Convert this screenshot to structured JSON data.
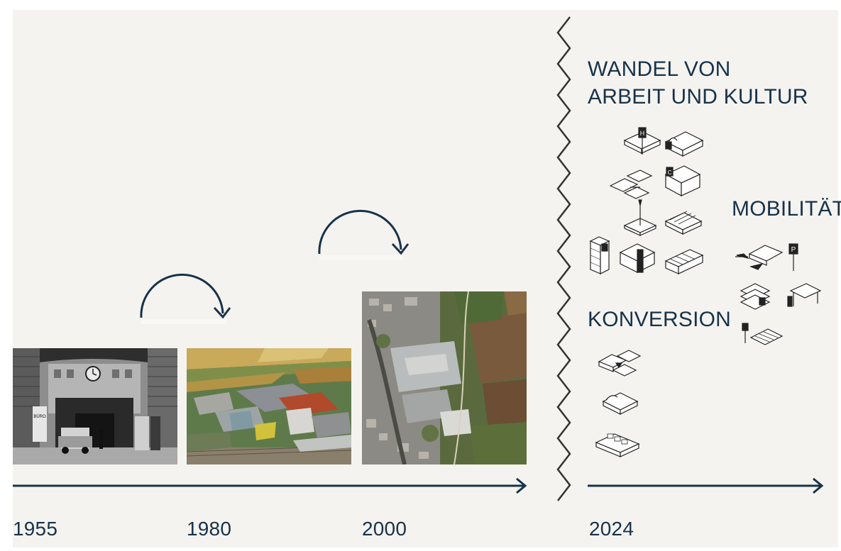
{
  "timeline": {
    "years": [
      "1955",
      "1980",
      "2000",
      "2024"
    ],
    "photos": [
      {
        "year": "1955",
        "description_icon": "factory-gate-photo",
        "sign": "BÜRO"
      },
      {
        "year": "1980",
        "description_icon": "aerial-factory-photo"
      },
      {
        "year": "2000",
        "description_icon": "satellite-site-photo"
      }
    ]
  },
  "headings": {
    "wandel_line1": "WANDEL VON",
    "wandel_line2": "ARBEIT UND KULTUR",
    "konversion": "KONVERSION",
    "mobilitaet": "MOBILITÄT"
  },
  "colors": {
    "background": "#f5f3ef",
    "ink": "#17334a",
    "divider": "#333333"
  }
}
